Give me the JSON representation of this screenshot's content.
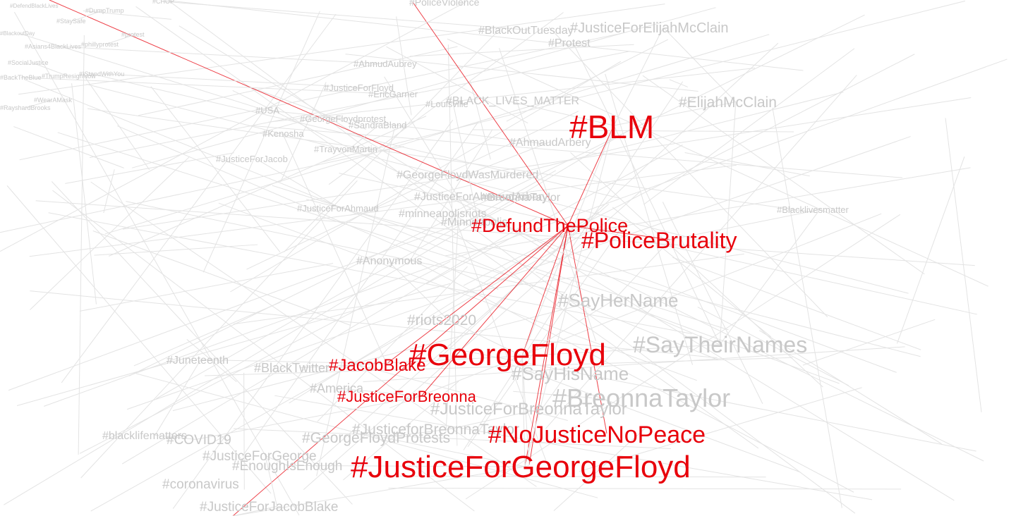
{
  "colors": {
    "highlight": "#e8000b",
    "muted_label": "#c8c8c8",
    "muted_edge": "#e3e3e3",
    "background": "#ffffff"
  },
  "focus_node": "#DefundThePolice",
  "nodes": [
    {
      "id": "defundthepolice",
      "label": "#DefundThePolice",
      "highlighted": true
    },
    {
      "id": "blm",
      "label": "#BLM",
      "highlighted": true
    },
    {
      "id": "policebrutality",
      "label": "#PoliceBrutality",
      "highlighted": true
    },
    {
      "id": "georgefloyd",
      "label": "#GeorgeFloyd",
      "highlighted": true
    },
    {
      "id": "jacobblake",
      "label": "#JacobBlake",
      "highlighted": true
    },
    {
      "id": "justiceforbreonna",
      "label": "#JusticeForBreonna",
      "highlighted": true
    },
    {
      "id": "nojusticenopeace",
      "label": "#NoJusticeNoPeace",
      "highlighted": true
    },
    {
      "id": "justiceforgeorgefloyd",
      "label": "#JusticeForGeorgeFloyd",
      "highlighted": true
    },
    {
      "id": "policeviolence",
      "label": "#PoliceViolence",
      "highlighted": false
    },
    {
      "id": "blackouttuesday",
      "label": "#BlackOutTuesday",
      "highlighted": false
    },
    {
      "id": "justiceforelijahmcclain",
      "label": "#JusticeForElijahMcClain",
      "highlighted": false
    },
    {
      "id": "protest",
      "label": "#Protest",
      "highlighted": false
    },
    {
      "id": "ahmudaubrey",
      "label": "#AhmudAubrey",
      "highlighted": false
    },
    {
      "id": "justiceforfloyd",
      "label": "#JusticeForFloyd",
      "highlighted": false
    },
    {
      "id": "ericgarner",
      "label": "#EricGarner",
      "highlighted": false
    },
    {
      "id": "black_lives_matter",
      "label": "#BLACK_LIVES_MATTER",
      "highlighted": false
    },
    {
      "id": "louisville",
      "label": "#Louisville",
      "highlighted": false
    },
    {
      "id": "elijahmcclain",
      "label": "#ElijahMcClain",
      "highlighted": false
    },
    {
      "id": "usa",
      "label": "#USA",
      "highlighted": false
    },
    {
      "id": "georgefloydprotest",
      "label": "#GeorgeFloydprotest",
      "highlighted": false
    },
    {
      "id": "sandrabland",
      "label": "#SandraBland",
      "highlighted": false
    },
    {
      "id": "kenosha",
      "label": "#Kenosha",
      "highlighted": false
    },
    {
      "id": "ahmaudarbery",
      "label": "#AhmaudArbery",
      "highlighted": false
    },
    {
      "id": "trayvonmartin",
      "label": "#TrayvonMartin",
      "highlighted": false
    },
    {
      "id": "justiceforjacob",
      "label": "#JusticeForJacob",
      "highlighted": false
    },
    {
      "id": "georgefloydwasmurdered",
      "label": "#GeorgeFloydWasMurdered",
      "highlighted": false
    },
    {
      "id": "justiceforahmaudarbery",
      "label": "#JusticeForAhmaudArbery",
      "highlighted": false
    },
    {
      "id": "breonnataylor_small",
      "label": "#BreonnaTaylor",
      "highlighted": false
    },
    {
      "id": "justiceforahmaud",
      "label": "#JusticeForAhmaud",
      "highlighted": false
    },
    {
      "id": "minneapolisriots",
      "label": "#minneapolisriots",
      "highlighted": false
    },
    {
      "id": "minneapolis",
      "label": "#Minneapolis",
      "highlighted": false
    },
    {
      "id": "blacklivesmatter_cap",
      "label": "#Blacklivesmatter",
      "highlighted": false
    },
    {
      "id": "anonymous",
      "label": "#Anonymous",
      "highlighted": false
    },
    {
      "id": "sayhername",
      "label": "#SayHerName",
      "highlighted": false
    },
    {
      "id": "riots2020",
      "label": "#riots2020",
      "highlighted": false
    },
    {
      "id": "saytheirnames",
      "label": "#SayTheirNames",
      "highlighted": false
    },
    {
      "id": "juneteenth",
      "label": "#Juneteenth",
      "highlighted": false
    },
    {
      "id": "blacktwitter",
      "label": "#BlackTwitter",
      "highlighted": false
    },
    {
      "id": "sayhisname",
      "label": "#SayHisName",
      "highlighted": false
    },
    {
      "id": "america",
      "label": "#America",
      "highlighted": false
    },
    {
      "id": "breonnataylor",
      "label": "#BreonnaTaylor",
      "highlighted": false
    },
    {
      "id": "justiceforbreonnataylor",
      "label": "#JusticeForBreonnaTaylor",
      "highlighted": false
    },
    {
      "id": "justiceforbreonnataylor2",
      "label": "#JusticeforBreonnaTaylor",
      "highlighted": false
    },
    {
      "id": "blacklifematters",
      "label": "#blacklifematters",
      "highlighted": false
    },
    {
      "id": "covid19",
      "label": "#COVID19",
      "highlighted": false
    },
    {
      "id": "georgefloydprotests",
      "label": "#GeorgeFloydProtests",
      "highlighted": false
    },
    {
      "id": "justiceforgeorge",
      "label": "#JusticeForGeorge",
      "highlighted": false
    },
    {
      "id": "enoughisenough",
      "label": "#EnoughIsEnough",
      "highlighted": false
    },
    {
      "id": "coronavirus",
      "label": "#coronavirus",
      "highlighted": false
    },
    {
      "id": "justiceforjacobblake",
      "label": "#JusticeForJacobBlake",
      "highlighted": false
    },
    {
      "id": "defendblacklives",
      "label": "#DefendBlackLives",
      "highlighted": false
    },
    {
      "id": "dumptrump",
      "label": "#DumpTrump",
      "highlighted": false
    },
    {
      "id": "chop",
      "label": "#CHOP",
      "highlighted": false
    },
    {
      "id": "staysafe",
      "label": "#StaySafe",
      "highlighted": false
    },
    {
      "id": "blackoutday",
      "label": "#BlackoutDay",
      "highlighted": false
    },
    {
      "id": "protest_small",
      "label": "#protest",
      "highlighted": false
    },
    {
      "id": "asians4blacklives",
      "label": "#Asians4BlackLives",
      "highlighted": false
    },
    {
      "id": "phillyprotest",
      "label": "#phillyprotest",
      "highlighted": false
    },
    {
      "id": "socialjustice",
      "label": "#SocialJustice",
      "highlighted": false
    },
    {
      "id": "trumpresignnow",
      "label": "#TrumpResignNow",
      "highlighted": false
    },
    {
      "id": "istandwithyou",
      "label": "#IStandWithYou",
      "highlighted": false
    },
    {
      "id": "backtheblue",
      "label": "#BackTheBlue",
      "highlighted": false
    },
    {
      "id": "wearamask",
      "label": "#WearAMask",
      "highlighted": false
    },
    {
      "id": "rayshardbrooks",
      "label": "#RayshardBrooks",
      "highlighted": false
    }
  ],
  "edges": [
    [
      "defundthepolice",
      "blm"
    ],
    [
      "defundthepolice",
      "policebrutality"
    ],
    [
      "defundthepolice",
      "georgefloyd"
    ],
    [
      "defundthepolice",
      "jacobblake"
    ],
    [
      "defundthepolice",
      "justiceforbreonna"
    ],
    [
      "defundthepolice",
      "nojusticenopeace"
    ],
    [
      "defundthepolice",
      "justiceforgeorgefloyd"
    ],
    [
      "defundthepolice",
      "policeviolence"
    ],
    [
      "defundthepolice",
      "defendblacklives"
    ],
    [
      "defundthepolice",
      "coronavirus"
    ],
    [
      "defundthepolice",
      "breonnataylor"
    ],
    [
      "blm",
      "justiceforgeorgefloyd"
    ],
    [
      "blm",
      "georgefloyd"
    ],
    [
      "blm",
      "elijahmcclain"
    ],
    [
      "blm",
      "saytheirnames"
    ],
    [
      "georgefloyd",
      "justiceforgeorgefloyd"
    ],
    [
      "georgefloyd",
      "breonnataylor"
    ],
    [
      "georgefloyd",
      "saytheirnames"
    ],
    [
      "georgefloyd",
      "blacktwitter"
    ],
    [
      "georgefloyd",
      "riots2020"
    ],
    [
      "georgefloyd",
      "sayhername"
    ],
    [
      "justiceforgeorgefloyd",
      "georgefloydprotests"
    ],
    [
      "justiceforgeorgefloyd",
      "breonnataylor"
    ],
    [
      "justiceforgeorgefloyd",
      "coronavirus"
    ],
    [
      "justiceforgeorgefloyd",
      "enoughisenough"
    ],
    [
      "justiceforbreonna",
      "america"
    ],
    [
      "justiceforbreonna",
      "covid19"
    ],
    [
      "jacobblake",
      "juneteenth"
    ],
    [
      "jacobblake",
      "kenosha"
    ],
    [
      "policebrutality",
      "sayhername"
    ],
    [
      "policebrutality",
      "blacklivesmatter_cap"
    ],
    [
      "blm",
      "justiceforelijahmcclain"
    ],
    [
      "blm",
      "protest"
    ],
    [
      "blm",
      "black_lives_matter"
    ],
    [
      "elijahmcclain",
      "justiceforelijahmcclain"
    ],
    [
      "elijahmcclain",
      "saytheirnames"
    ],
    [
      "ahmaudarbery",
      "georgefloydwasmurdered"
    ],
    [
      "justiceforahmaudarbery",
      "minneapolisriots"
    ],
    [
      "usa",
      "georgefloydprotest"
    ],
    [
      "trayvonmartin",
      "sandrabland"
    ],
    [
      "justiceforjacob",
      "justiceforahmaud"
    ],
    [
      "anonymous",
      "riots2020"
    ],
    [
      "sayhername",
      "saytheirnames"
    ],
    [
      "sayhisname",
      "justiceforbreonnataylor"
    ],
    [
      "justiceforbreonnataylor",
      "justiceforbreonnataylor2"
    ],
    [
      "blacklifematters",
      "covid19"
    ],
    [
      "justiceforgeorge",
      "enoughisenough"
    ],
    [
      "coronavirus",
      "justiceforjacobblake"
    ],
    [
      "dumptrump",
      "staysafe"
    ],
    [
      "protest_small",
      "phillyprotest"
    ],
    [
      "socialjustice",
      "trumpresignnow"
    ],
    [
      "wearamask",
      "rayshardbrooks"
    ],
    [
      "chop",
      "blackouttuesday"
    ],
    [
      "asians4blacklives",
      "ahmudaubrey"
    ],
    [
      "istandwithyou",
      "justiceforfloyd"
    ],
    [
      "backtheblue",
      "ericgarner"
    ],
    [
      "blackoutday",
      "usa"
    ],
    [
      "blacklivesmatter_cap",
      "saytheirnames"
    ],
    [
      "louisville",
      "minneapolis"
    ],
    [
      "breonnataylor_small",
      "minneapolis"
    ],
    [
      "juneteenth",
      "blacklifematters"
    ],
    [
      "georgefloydprotests",
      "justiceforbreonnataylor2"
    ],
    [
      "justiceforjacobblake",
      "justiceforgeorge"
    ]
  ]
}
